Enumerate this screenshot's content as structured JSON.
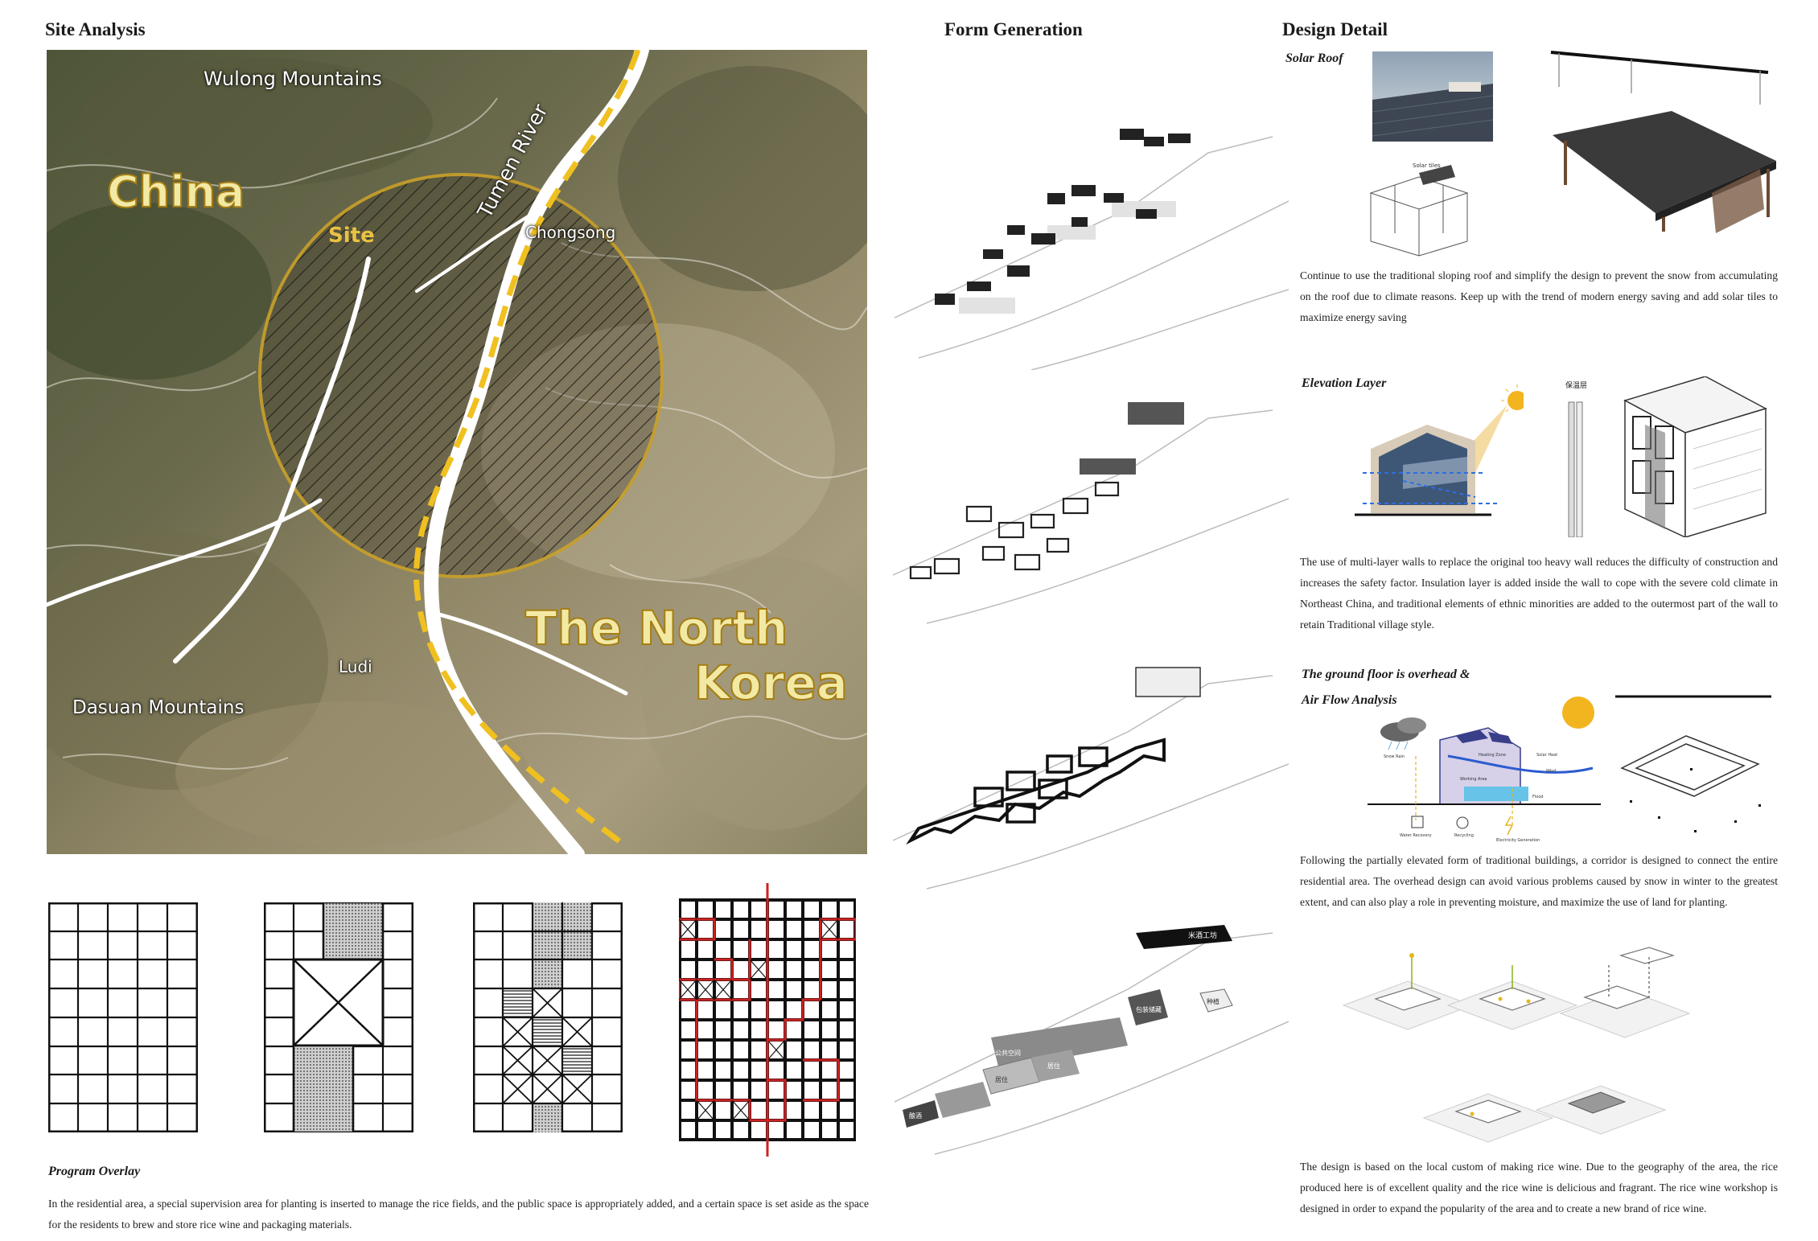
{
  "site_analysis": {
    "title": "Site Analysis",
    "labels": {
      "wulong": "Wulong Mountains",
      "china": "China",
      "site": "Site",
      "river": "Tumen River",
      "chongsong": "Chongsong",
      "ludi": "Ludi",
      "dasuan": "Dasuan Mountains",
      "nk_line1": "The North",
      "nk_line2": "Korea"
    }
  },
  "program_overlay": {
    "title": "Program Overlay",
    "text": "In the residential area, a special supervision area for planting is inserted to manage the rice fields, and the public space is appropriately added, and a certain space is set aside as the space for the residents to brew and store rice wine and packaging materials."
  },
  "form_generation": {
    "title": "Form Generation",
    "stage4_labels": [
      "米酒工坊",
      "种植",
      "包装储藏",
      "公共空间",
      "居住",
      "居住",
      "酿酒"
    ]
  },
  "design_detail": {
    "title": "Design Detail",
    "solar_roof": {
      "title": "Solar Roof",
      "tag": "Solar tiles",
      "text": "Continue to use the traditional sloping roof and simplify the design to prevent the snow from accumulating on the roof due to climate reasons. Keep up with the trend of modern energy saving and add solar tiles to maximize energy saving"
    },
    "elevation": {
      "title": "Elevation Layer",
      "tag": "保温层",
      "text": "The use of multi-layer walls to replace the original too heavy wall reduces the difficulty of construction and increases the safety factor. Insulation layer is added inside the wall to cope with the severe cold climate in Northeast China, and traditional elements of ethnic minorities are added to the outermost part of the wall to retain Traditional village style."
    },
    "ground_floor": {
      "title_line1": "The ground floor is overhead &",
      "title_line2": "Air Flow Analysis",
      "tags": [
        "Snow Rain",
        "Solar Heat",
        "Heating Zone",
        "Working Area",
        "Wind",
        "Flood",
        "Water Recovery",
        "Recycling",
        "Electricity Generation"
      ],
      "text": "Following the partially elevated form of traditional buildings, a corridor is designed to connect the entire residential area. The overhead design can avoid various problems caused by snow in winter to the greatest extent, and can also play a role in preventing moisture, and maximize the use of land for planting."
    },
    "rice_wine": {
      "text": "The design is based on the local custom of making rice wine. Due to the geography of the area, the rice produced here is of excellent quality and the  rice wine is delicious and fragrant. The rice wine workshop is designed in order to expand the popularity of the area and to create a new brand of rice wine."
    }
  }
}
